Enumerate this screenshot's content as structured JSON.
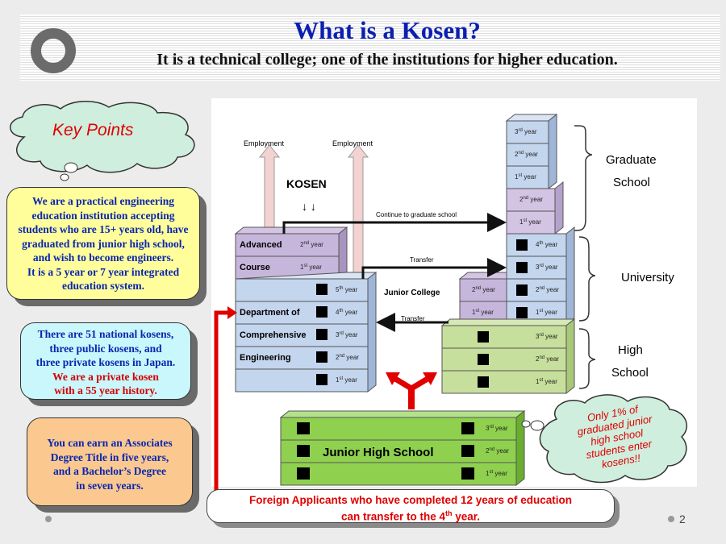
{
  "header": {
    "title": "What is a Kosen?",
    "subtitle": "It is a technical college; one of the institutions for higher education."
  },
  "key_points_bubble": "Key Points",
  "boxes": {
    "practical": [
      "We are a practical engineering",
      "education institution accepting",
      "students who are 15+ years old, have",
      "graduated from junior high school,",
      "and wish to become engineers.",
      "It is a 5 year or 7 year integrated",
      "education system."
    ],
    "national": [
      "There are 51 national kosens,",
      "three public kosens, and",
      "three private kosens in Japan."
    ],
    "private": [
      "We are a private kosen",
      "with a 55 year history."
    ],
    "associates": [
      "You can earn an Associates",
      "Degree Title in five years,",
      "and a Bachelor’s Degree",
      "in seven years."
    ]
  },
  "diagram": {
    "employment": "Employment",
    "kosen": "KOSEN",
    "kosen_arrows": "↓ ↓",
    "continue_label": "Continue to graduate school",
    "transfer": "Transfer",
    "junior_college": "Junior College",
    "advanced_course": [
      "Advanced",
      "Course"
    ],
    "department": [
      "Department of",
      "Comprehensive",
      "Engineering"
    ],
    "year_num": [
      "1",
      "2",
      "3",
      "4",
      "5"
    ],
    "year_sup": [
      "st",
      "nd",
      "rd",
      "th",
      "th"
    ],
    "year_word": "year",
    "graduate_school": [
      "Graduate",
      "School"
    ],
    "university": "University",
    "high_school": [
      "High",
      "School"
    ],
    "junior_high": "Junior High School",
    "only_bubble": [
      "Only 1% of",
      "graduated junior",
      "high school",
      "students enter",
      "kosens!!"
    ]
  },
  "foreign": {
    "line1": "Foreign Applicants who have completed 12 years of education",
    "line2_pre": "can transfer to the 4",
    "line2_sup": "th",
    "line2_post": " year."
  },
  "page_number": "2",
  "colors": {
    "title": "#0b1fb0",
    "kosen_block": "#c4d5ee",
    "advanced_block": "#c7b6dc",
    "graduate_block": "#d4c4e4",
    "university_block": "#c4d5ee",
    "high_school_block": "#c7df9c",
    "junior_high_block": "#8fd14f",
    "arrow_red": "#e00000"
  }
}
